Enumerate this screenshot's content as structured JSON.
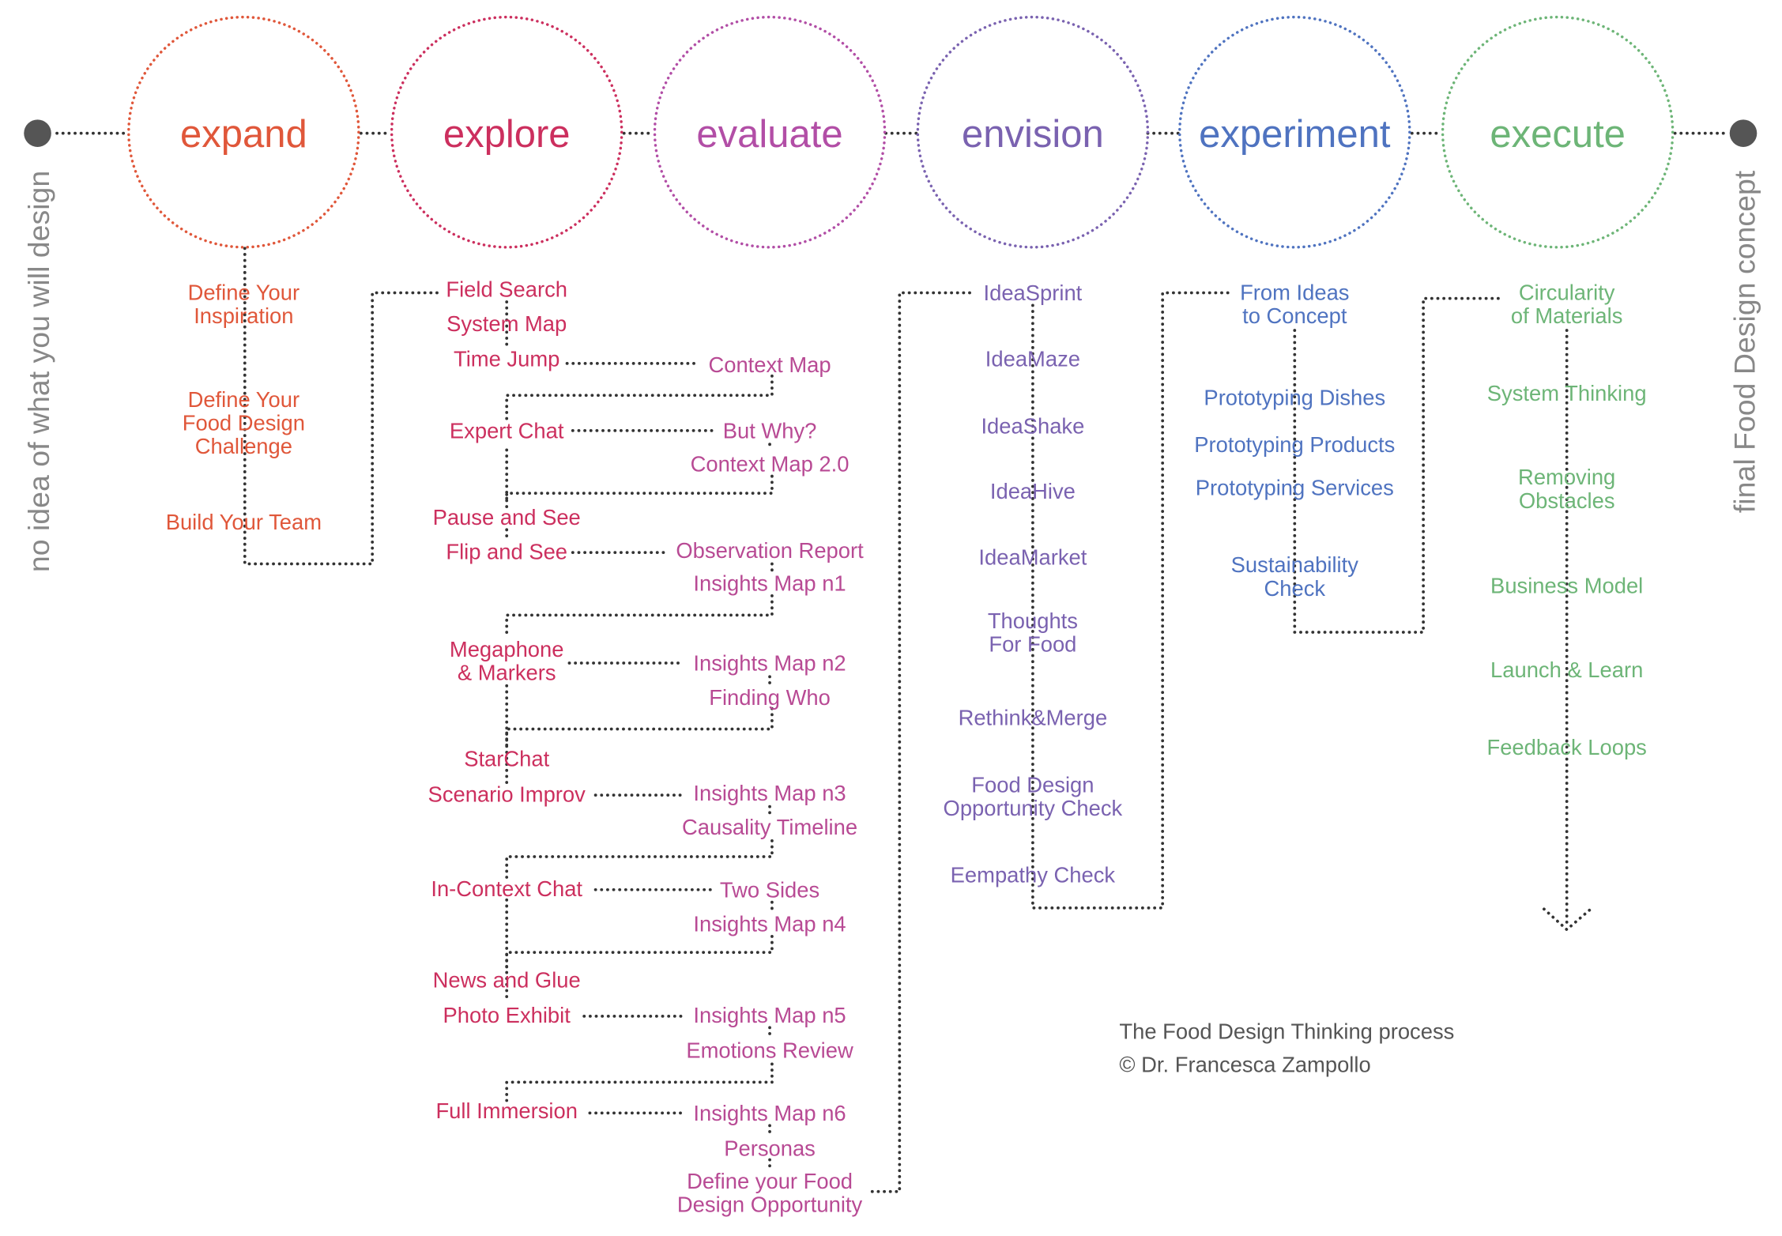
{
  "colors": {
    "expand": "#e0573a",
    "explore": "#cc2f5e",
    "explore_right": "#b84a94",
    "evaluate": "#b24ea6",
    "envision": "#7a62b0",
    "experiment": "#4f73c0",
    "execute": "#6db577",
    "dots": "#333333",
    "side_text": "#888888",
    "caption": "#555555"
  },
  "timeline": {
    "start_label": "no idea of what you will design",
    "end_label": "final Food Design concept"
  },
  "phases": [
    {
      "name": "expand"
    },
    {
      "name": "explore"
    },
    {
      "name": "evaluate"
    },
    {
      "name": "envision"
    },
    {
      "name": "experiment"
    },
    {
      "name": "execute"
    }
  ],
  "expand_steps": [
    [
      "Define Your",
      "Inspiration"
    ],
    [
      "Define Your",
      "Food Design",
      "Challenge"
    ],
    [
      "Build Your Team"
    ]
  ],
  "explore_left": [
    [
      "Field Search"
    ],
    [
      "System Map"
    ],
    [
      "Time Jump"
    ],
    [
      "Expert Chat"
    ],
    [
      "Pause and See"
    ],
    [
      "Flip and See"
    ],
    [
      "Megaphone",
      "& Markers"
    ],
    [
      "StarChat"
    ],
    [
      "Scenario Improv"
    ],
    [
      "In-Context Chat"
    ],
    [
      "News and Glue"
    ],
    [
      "Photo Exhibit"
    ],
    [
      "Full Immersion"
    ]
  ],
  "explore_right": [
    [
      "Context Map"
    ],
    [
      "But Why?"
    ],
    [
      "Context Map 2.0"
    ],
    [
      "Observation Report"
    ],
    [
      "Insights Map n1"
    ],
    [
      "Insights Map n2"
    ],
    [
      "Finding Who"
    ],
    [
      "Insights Map n3"
    ],
    [
      "Causality Timeline"
    ],
    [
      "Two Sides"
    ],
    [
      "Insights Map n4"
    ],
    [
      "Insights Map n5"
    ],
    [
      "Emotions Review"
    ],
    [
      "Insights Map n6"
    ],
    [
      "Personas"
    ],
    [
      "Define your Food",
      "Design Opportunity"
    ]
  ],
  "envision_steps": [
    [
      "IdeaSprint"
    ],
    [
      "IdeaMaze"
    ],
    [
      "IdeaShake"
    ],
    [
      "IdeaHive"
    ],
    [
      "IdeaMarket"
    ],
    [
      "Thoughts",
      "For Food"
    ],
    [
      "Rethink&Merge"
    ],
    [
      "Food Design",
      "Opportunity Check"
    ],
    [
      "Eempathy Check"
    ]
  ],
  "experiment_steps": [
    [
      "From Ideas",
      "to Concept"
    ],
    [
      "Prototyping Dishes"
    ],
    [
      "Prototyping Products"
    ],
    [
      "Prototyping Services"
    ],
    [
      "Sustainability",
      "Check"
    ]
  ],
  "execute_steps": [
    [
      "Circularity",
      "of Materials"
    ],
    [
      "System Thinking"
    ],
    [
      "Removing",
      "Obstacles"
    ],
    [
      "Business Model"
    ],
    [
      "Launch & Learn"
    ],
    [
      "Feedback Loops"
    ]
  ],
  "caption": {
    "line1": "The Food Design Thinking process",
    "line2": "© Dr. Francesca Zampollo"
  }
}
